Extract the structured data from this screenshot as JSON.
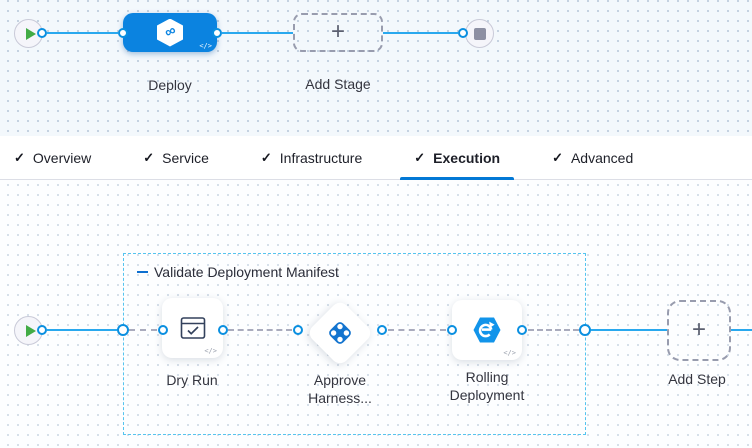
{
  "colors": {
    "primary_blue": "#0278d5",
    "node_blue": "#0b83e0",
    "connector_blue": "#29a8ee",
    "group_border_blue": "#55c4ef",
    "play_green": "#42ab45"
  },
  "icons": {
    "check": "✓",
    "plus": "+",
    "code": "</>",
    "infinity": "∞"
  },
  "stage_editor": {
    "stages": [
      {
        "name": "Deploy"
      }
    ],
    "add_stage_label": "Add Stage"
  },
  "tabs": [
    {
      "label": "Overview"
    },
    {
      "label": "Service"
    },
    {
      "label": "Infrastructure"
    },
    {
      "label": "Execution",
      "active": true
    },
    {
      "label": "Advanced"
    }
  ],
  "execution": {
    "group_label": "Validate Deployment Manifest",
    "steps": [
      {
        "label_line1": "Dry Run"
      },
      {
        "label_line1": "Approve",
        "label_line2": "Harness..."
      },
      {
        "label_line1": "Rolling",
        "label_line2": "Deployment"
      }
    ],
    "add_step_label": "Add Step"
  }
}
